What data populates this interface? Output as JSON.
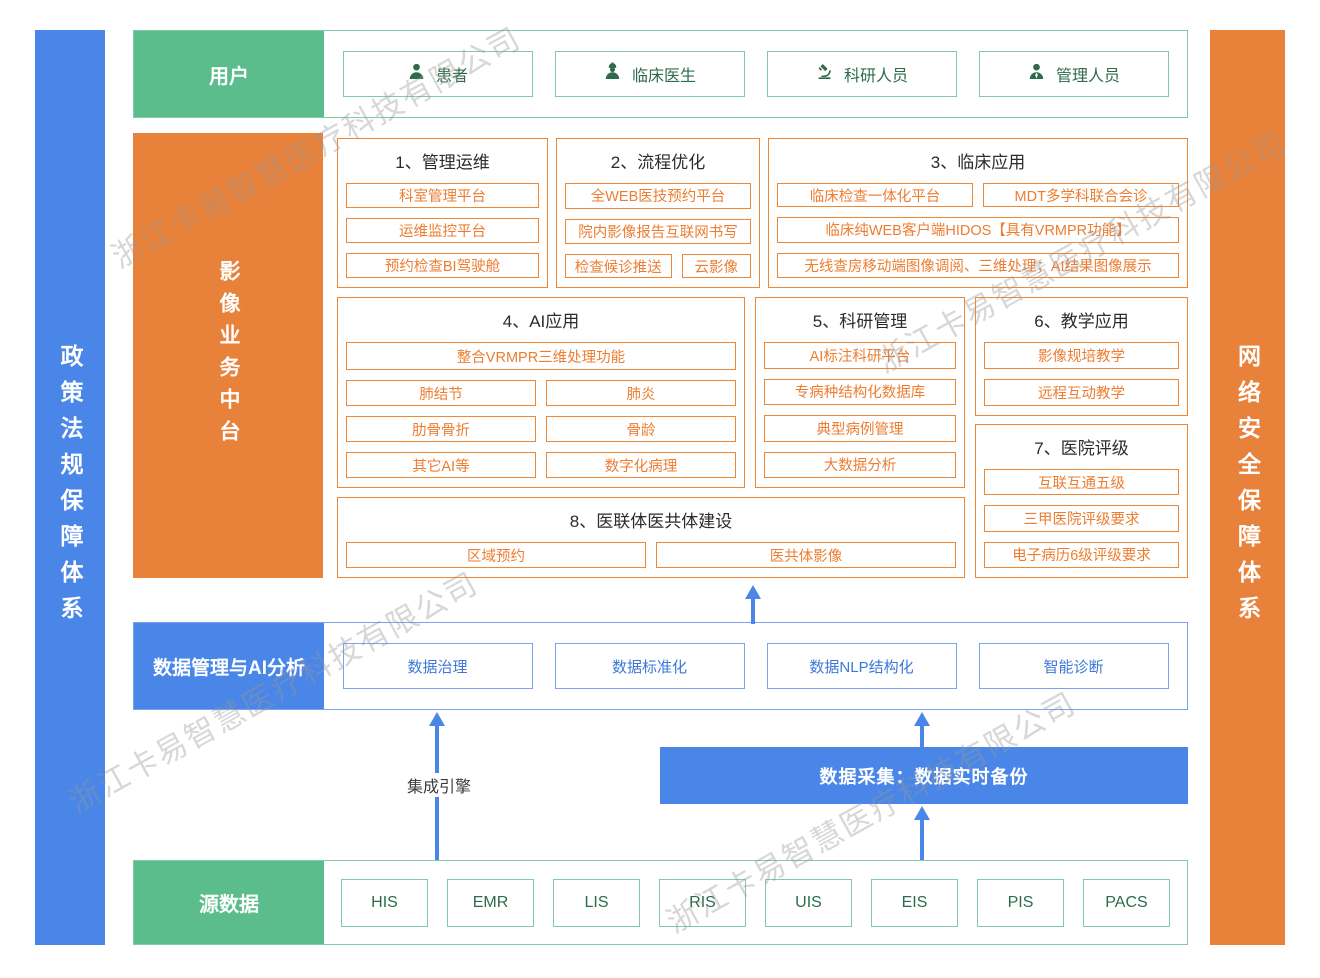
{
  "watermark": {
    "text": "浙江卡易智慧医疗科技有限公司"
  },
  "side_bars": {
    "left": "政策法规保障体系",
    "right": "网络安全保障体系"
  },
  "users_row": {
    "label": "用户",
    "items": [
      {
        "icon": "patient-icon",
        "label": "患者"
      },
      {
        "icon": "doctor-icon",
        "label": "临床医生"
      },
      {
        "icon": "microscope-icon",
        "label": "科研人员"
      },
      {
        "icon": "manager-icon",
        "label": "管理人员"
      }
    ]
  },
  "platform": {
    "label": "影像业务中台",
    "groups": [
      {
        "title": "1、管理运维",
        "items": [
          "科室管理平台",
          "运维监控平台",
          "预约检查BI驾驶舱"
        ]
      },
      {
        "title": "2、流程优化",
        "items": [
          "全WEB医技预约平台",
          "院内影像报告互联网书写",
          "检查候诊推送",
          "云影像"
        ]
      },
      {
        "title": "3、临床应用",
        "items": [
          "临床检查一体化平台",
          "MDT多学科联合会诊",
          "临床纯WEB客户端HIDOS【具有VRMPR功能】",
          "无线查房移动端图像调阅、三维处理；AI结果图像展示"
        ]
      },
      {
        "title": "4、AI应用",
        "items": [
          "整合VRMPR三维处理功能",
          "肺结节",
          "肺炎",
          "肋骨骨折",
          "骨龄",
          "其它AI等",
          "数字化病理"
        ]
      },
      {
        "title": "5、科研管理",
        "items": [
          "AI标注科研平台",
          "专病种结构化数据库",
          "典型病例管理",
          "大数据分析"
        ]
      },
      {
        "title": "6、教学应用",
        "items": [
          "影像规培教学",
          "远程互动教学"
        ]
      },
      {
        "title": "7、医院评级",
        "items": [
          "互联互通五级",
          "三甲医院评级要求",
          "电子病历6级评级要求"
        ]
      },
      {
        "title": "8、医联体医共体建设",
        "items": [
          "区域预约",
          "医共体影像"
        ]
      }
    ]
  },
  "data_mgmt_row": {
    "label": "数据管理与AI分析",
    "items": [
      "数据治理",
      "数据标准化",
      "数据NLP结构化",
      "智能诊断"
    ]
  },
  "middle": {
    "integration_engine_label": "集成引擎",
    "data_collection_label": "数据采集：数据实时备份"
  },
  "source_row": {
    "label": "源数据",
    "items": [
      "HIS",
      "EMR",
      "LIS",
      "RIS",
      "UIS",
      "EIS",
      "PIS",
      "PACS"
    ]
  },
  "colors": {
    "green": "#5CBD8C",
    "green_border": "#7FCBA5",
    "green_text": "#2D6B4C",
    "orange": "#E8813A",
    "orange_border": "#ED8936",
    "orange_text": "#ED7D31",
    "blue": "#4A86E8",
    "blue_border": "#79A3ED",
    "blue_text": "#3D78D8",
    "title_text": "#2B2B2B"
  }
}
